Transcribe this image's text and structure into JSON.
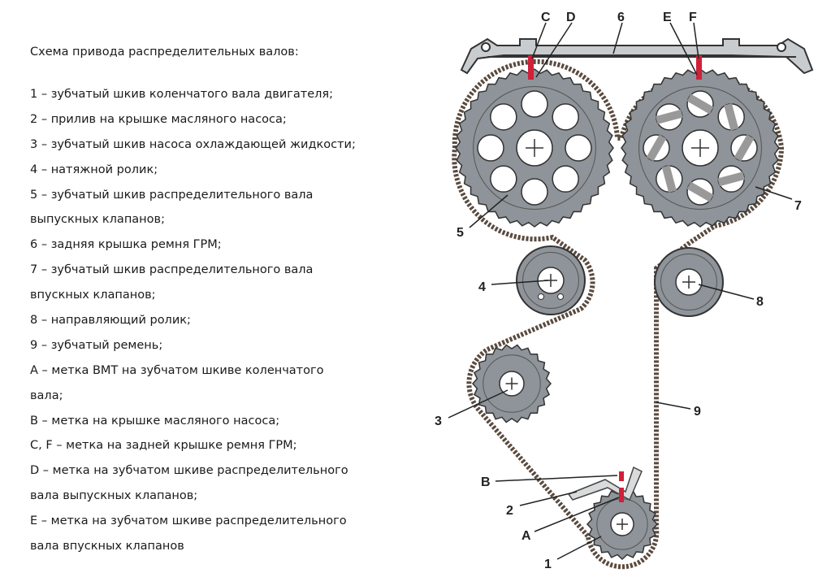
{
  "legend": {
    "title": "Схема привода распределительных валов:",
    "lines": [
      "1 – зубчатый шкив коленчатого вала двигателя;",
      "2 – прилив на крышке масляного насоса;",
      "3 – зубчатый шкив насоса охлаждающей жидкости;",
      "4 – натяжной ролик;",
      "5 – зубчатый шкив распределительного вала",
      "выпускных клапанов;",
      "6 – задняя крышка ремня ГРМ;",
      "7 – зубчатый шкив распределительного вала",
      "впускных клапанов;",
      "8 – направляющий ролик;",
      "9 – зубчатый ремень;",
      "А – метка ВМТ на зубчатом шкиве коленчатого",
      "вала;",
      "В – метка на крышке масляного насоса;",
      "С, F – метка на задней крышке ремня ГРМ;",
      "D – метка на зубчатом шкиве распределительного",
      "вала выпускных клапанов;",
      "Е – метка на зубчатом шкиве распределительного",
      "вала впускных клапанов"
    ]
  },
  "callouts": {
    "C": "C",
    "D": "D",
    "n6": "6",
    "E": "E",
    "F": "F",
    "n7": "7",
    "n5": "5",
    "n4": "4",
    "n8": "8",
    "n9": "9",
    "n3": "3",
    "B": "B",
    "n2": "2",
    "A": "A",
    "n1": "1"
  },
  "colors": {
    "gear": "#8e9499",
    "belt": "#5a4a3e",
    "mark": "#d0203a",
    "cover": "#c9ccce"
  }
}
